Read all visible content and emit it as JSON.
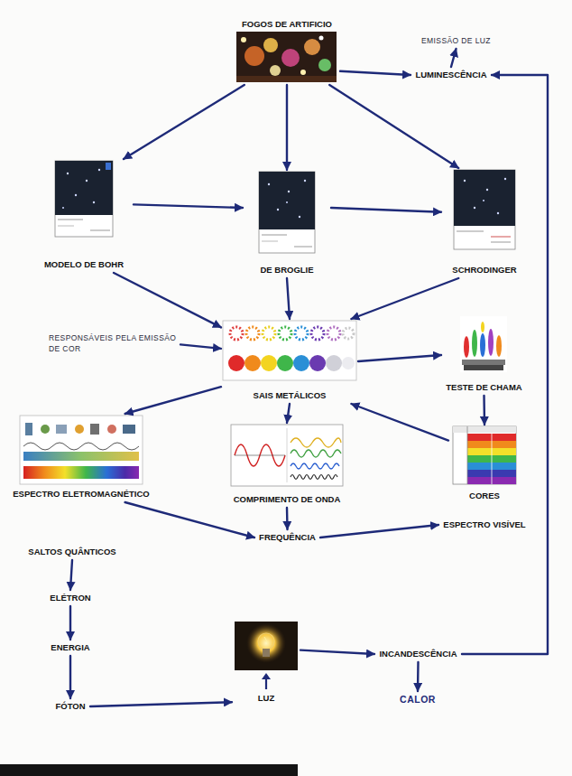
{
  "diagram": {
    "nodes": [
      {
        "text": [
          "FOGOS DE ARTIFICIO"
        ]
      },
      {
        "text": [
          "EMISSÃO DE LUZ"
        ]
      },
      {
        "text": [
          "LUMINESCÊNCIA"
        ]
      },
      {
        "text": [
          "MODELO DE BOHR"
        ]
      },
      {
        "text": [
          "DE BROGLIE"
        ]
      },
      {
        "text": [
          "SCHRODINGER"
        ]
      },
      {
        "text": [
          "RESPONSÁVEIS PELA EMISSÃO DE COR"
        ]
      },
      {
        "text": [
          "SAIS METÁLICOS"
        ]
      },
      {
        "text": [
          "TESTE DE CHAMA"
        ]
      },
      {
        "text": [
          "ESPECTRO ELETROMAGNÉTICO"
        ]
      },
      {
        "text": [
          "COMPRIMENTO DE ONDA"
        ]
      },
      {
        "text": [
          "CORES"
        ]
      },
      {
        "text": [
          "FREQUÊNCIA"
        ]
      },
      {
        "text": [
          "ESPECTRO VISÍVEL"
        ]
      },
      {
        "text": [
          "SALTOS QUÂNTICOS"
        ]
      },
      {
        "text": [
          "ELÉTRON"
        ]
      },
      {
        "text": [
          "ENERGIA"
        ]
      },
      {
        "text": [
          "FÓTON"
        ]
      },
      {
        "text": [
          "LUZ"
        ]
      },
      {
        "text": [
          "INCANDESCÊNCIA"
        ]
      },
      {
        "text": [
          "CALOR"
        ]
      }
    ],
    "edges": [
      {
        "from": 0,
        "to": 2,
        "arrow": "to"
      },
      {
        "from": 2,
        "to": 1,
        "arrow": "to"
      },
      {
        "from": 0,
        "to": 3,
        "arrow": "to"
      },
      {
        "from": 0,
        "to": 4,
        "arrow": "to"
      },
      {
        "from": 0,
        "to": 5,
        "arrow": "to"
      },
      {
        "from": 3,
        "to": 4,
        "arrow": "to"
      },
      {
        "from": 4,
        "to": 5,
        "arrow": "to"
      },
      {
        "from": 3,
        "to": 7,
        "arrow": "to"
      },
      {
        "from": 4,
        "to": 7,
        "arrow": "to"
      },
      {
        "from": 5,
        "to": 7,
        "arrow": "to"
      },
      {
        "from": 6,
        "to": 7,
        "arrow": "to"
      },
      {
        "from": 7,
        "to": 8,
        "arrow": "to"
      },
      {
        "from": 8,
        "to": 11,
        "arrow": "to"
      },
      {
        "from": 11,
        "to": 7,
        "arrow": "to"
      },
      {
        "from": 7,
        "to": 9,
        "arrow": "to"
      },
      {
        "from": 7,
        "to": 10,
        "arrow": "to"
      },
      {
        "from": 9,
        "to": 12,
        "arrow": "to"
      },
      {
        "from": 10,
        "to": 12,
        "arrow": "to"
      },
      {
        "from": 12,
        "to": 13,
        "arrow": "to"
      },
      {
        "from": 14,
        "to": 15,
        "arrow": "to"
      },
      {
        "from": 15,
        "to": 16,
        "arrow": "to"
      },
      {
        "from": 16,
        "to": 17,
        "arrow": "to"
      },
      {
        "from": 17,
        "to": 18,
        "arrow": "to"
      },
      {
        "from": 18,
        "to": 19,
        "arrow": "to"
      },
      {
        "from": 19,
        "to": 20,
        "arrow": "to"
      },
      {
        "from": 19,
        "to": 2,
        "arrow": "to"
      }
    ]
  }
}
